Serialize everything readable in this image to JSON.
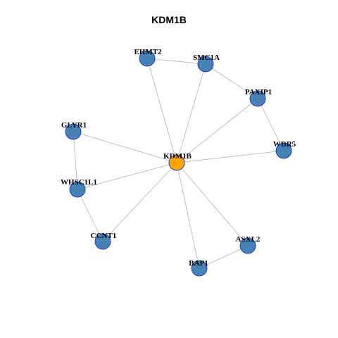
{
  "title": "KDM1B",
  "colors": {
    "hub": "#FFA500",
    "node": "#4682B4",
    "node_border": "#1F3FD6",
    "edge": "#B3B3B3"
  },
  "nodes": [
    {
      "id": "KDM1B",
      "label": "KDM1B",
      "role": "hub"
    },
    {
      "id": "EHMT2",
      "label": "EHMT2",
      "role": "node"
    },
    {
      "id": "SMC1A",
      "label": "SMC1A",
      "role": "node"
    },
    {
      "id": "PAXIP1",
      "label": "PAXIP1",
      "role": "node"
    },
    {
      "id": "WDR5",
      "label": "WDR5",
      "role": "node"
    },
    {
      "id": "GLYR1",
      "label": "GLYR1",
      "role": "node"
    },
    {
      "id": "WHSC1L1",
      "label": "WHSC1L1",
      "role": "node"
    },
    {
      "id": "CCNT1",
      "label": "CCNT1",
      "role": "node"
    },
    {
      "id": "ASXL2",
      "label": "ASXL2",
      "role": "node"
    },
    {
      "id": "BAP1",
      "label": "BAP1",
      "role": "node"
    }
  ],
  "edges": [
    [
      "KDM1B",
      "EHMT2"
    ],
    [
      "KDM1B",
      "SMC1A"
    ],
    [
      "KDM1B",
      "PAXIP1"
    ],
    [
      "KDM1B",
      "WDR5"
    ],
    [
      "KDM1B",
      "GLYR1"
    ],
    [
      "KDM1B",
      "WHSC1L1"
    ],
    [
      "KDM1B",
      "CCNT1"
    ],
    [
      "KDM1B",
      "ASXL2"
    ],
    [
      "KDM1B",
      "BAP1"
    ],
    [
      "EHMT2",
      "SMC1A"
    ],
    [
      "SMC1A",
      "PAXIP1"
    ],
    [
      "PAXIP1",
      "WDR5"
    ],
    [
      "GLYR1",
      "WHSC1L1"
    ],
    [
      "WHSC1L1",
      "CCNT1"
    ],
    [
      "ASXL2",
      "BAP1"
    ]
  ]
}
